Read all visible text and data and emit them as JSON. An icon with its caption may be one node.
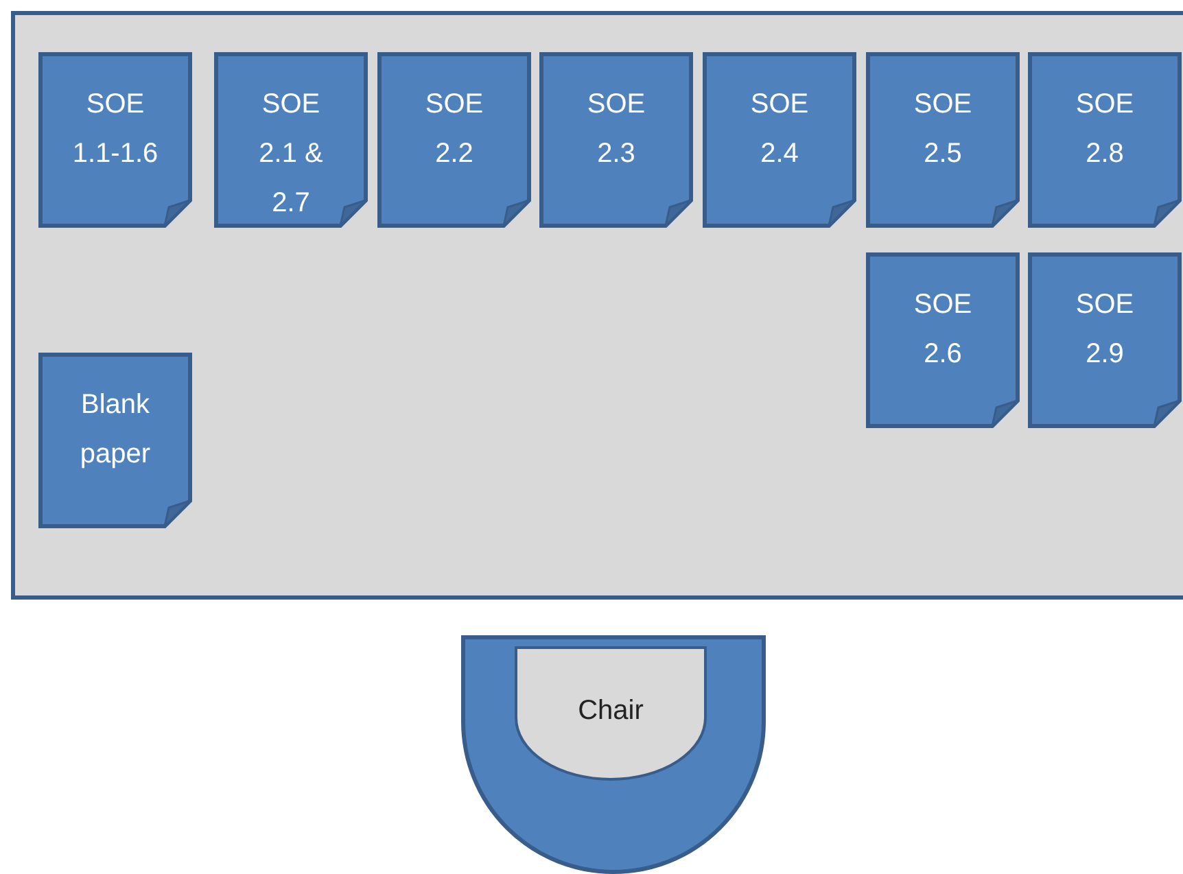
{
  "diagram": {
    "nodes": [
      {
        "text": [],
        "shape": "box"
      },
      {
        "text": [
          "SOE 1.1-1.6"
        ],
        "in": 0
      },
      {
        "text": [
          "SOE 2.1 & 2.7"
        ],
        "in": 0
      },
      {
        "text": [
          "SOE 2.2"
        ],
        "in": 0
      },
      {
        "text": [
          "SOE 2.3"
        ],
        "in": 0
      },
      {
        "text": [
          "SOE 2.4"
        ],
        "in": 0
      },
      {
        "text": [
          "SOE 2.5"
        ],
        "in": 0
      },
      {
        "text": [
          "SOE 2.8"
        ],
        "in": 0
      },
      {
        "text": [
          "SOE 2.6"
        ],
        "in": 0
      },
      {
        "text": [
          "SOE 2.9"
        ],
        "in": 0
      },
      {
        "text": [
          "Blank paper"
        ],
        "in": 0
      },
      {
        "text": [
          "Chair"
        ]
      }
    ]
  }
}
